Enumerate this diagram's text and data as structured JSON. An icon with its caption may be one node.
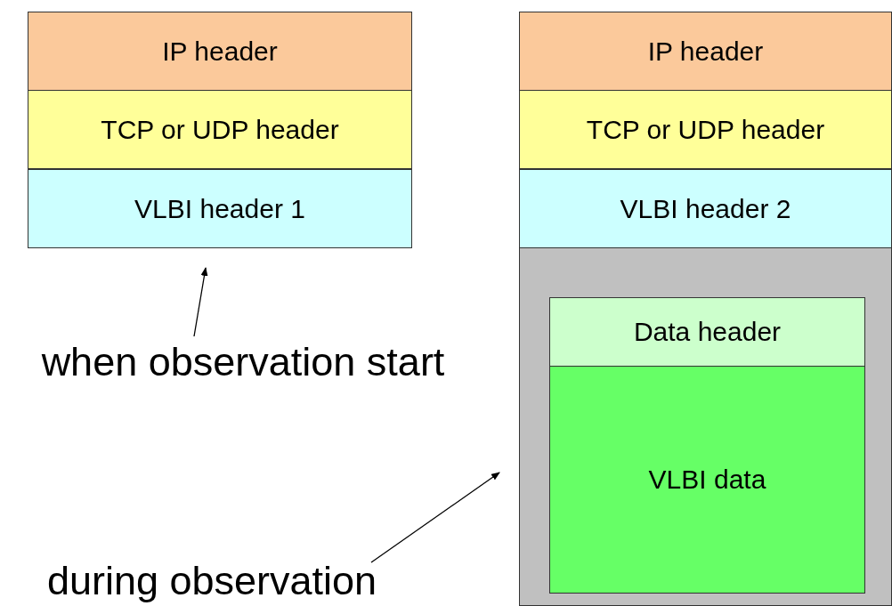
{
  "diagram": {
    "nodes": [
      {
        "text": [
          "IP header"
        ]
      },
      {
        "text": [
          "TCP or UDP header"
        ]
      },
      {
        "text": [
          "VLBI header 1"
        ]
      },
      {
        "text": [
          "when observation start"
        ]
      },
      {
        "text": [
          "IP header"
        ]
      },
      {
        "text": [
          "TCP or UDP header"
        ]
      },
      {
        "text": [
          "VLBI header 2"
        ]
      },
      {
        "text": [],
        "shape": "box"
      },
      {
        "text": [
          "Data header"
        ],
        "in": 7
      },
      {
        "text": [
          "VLBI data"
        ],
        "in": 7
      },
      {
        "text": [
          "during observation"
        ]
      }
    ],
    "edges": [
      {
        "from": 3,
        "to": 2,
        "arrow": "to"
      },
      {
        "from": 10,
        "to": 7,
        "arrow": "to"
      }
    ]
  }
}
